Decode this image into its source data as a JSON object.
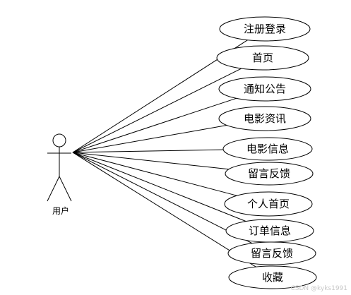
{
  "actor": {
    "label": "用户"
  },
  "use_cases": [
    {
      "label": "注册登录"
    },
    {
      "label": "首页"
    },
    {
      "label": "通知公告"
    },
    {
      "label": "电影资讯"
    },
    {
      "label": "电影信息"
    },
    {
      "label": "留言反馈"
    },
    {
      "label": "个人首页"
    },
    {
      "label": "订单信息"
    },
    {
      "label": "留言反馈"
    },
    {
      "label": "收藏"
    }
  ],
  "watermark": "CSDN @kyks1991"
}
